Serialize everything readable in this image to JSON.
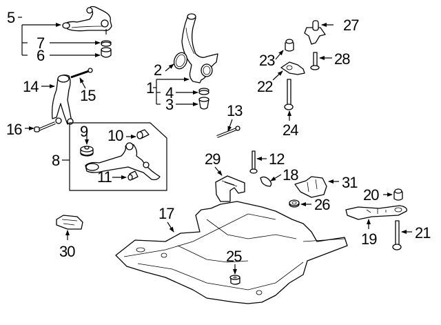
{
  "diagram": {
    "title": "Front Suspension & Subframe Parts Diagram",
    "callouts": {
      "c1": "1",
      "c2": "2",
      "c3": "3",
      "c4": "4",
      "c5": "5",
      "c6": "6",
      "c7": "7",
      "c8": "8",
      "c9": "9",
      "c10": "10",
      "c11": "11",
      "c12": "12",
      "c13": "13",
      "c14": "14",
      "c15": "15",
      "c16": "16",
      "c17": "17",
      "c18": "18",
      "c19": "19",
      "c20": "20",
      "c21": "21",
      "c22": "22",
      "c23": "23",
      "c24": "24",
      "c25": "25",
      "c26": "26",
      "c27": "27",
      "c28": "28",
      "c29": "29",
      "c30": "30",
      "c31": "31"
    },
    "parts": [
      {
        "id": "upper-control-arm",
        "callout": "5"
      },
      {
        "id": "upper-arm-bushing-cap",
        "callout": "7"
      },
      {
        "id": "upper-arm-bushing",
        "callout": "6"
      },
      {
        "id": "upper-arm-bracket",
        "callout": "14"
      },
      {
        "id": "bracket-bolt",
        "callout": "15"
      },
      {
        "id": "bracket-lower-bolt",
        "callout": "16"
      },
      {
        "id": "knuckle",
        "callout": "1"
      },
      {
        "id": "dust-seal",
        "callout": "2"
      },
      {
        "id": "knuckle-boot",
        "callout": "3"
      },
      {
        "id": "knuckle-clip",
        "callout": "4"
      },
      {
        "id": "lower-control-arm-assembly",
        "callout": "8"
      },
      {
        "id": "ball-joint-boot",
        "callout": "9"
      },
      {
        "id": "front-bushing",
        "callout": "10"
      },
      {
        "id": "rear-bushing",
        "callout": "11"
      },
      {
        "id": "bolt",
        "callout": "12"
      },
      {
        "id": "long-bolt",
        "callout": "13"
      },
      {
        "id": "subframe",
        "callout": "17"
      },
      {
        "id": "clip",
        "callout": "18"
      },
      {
        "id": "stiffener-plate",
        "callout": "19"
      },
      {
        "id": "stopper",
        "callout": "20"
      },
      {
        "id": "stiffener-bolt",
        "callout": "21"
      },
      {
        "id": "mount-bracket",
        "callout": "22"
      },
      {
        "id": "mount-stopper",
        "callout": "23"
      },
      {
        "id": "mount-bolt",
        "callout": "24"
      },
      {
        "id": "subframe-bushing",
        "callout": "25"
      },
      {
        "id": "washer",
        "callout": "26"
      },
      {
        "id": "rear-mount-bracket",
        "callout": "27"
      },
      {
        "id": "rear-mount-bolt",
        "callout": "28"
      },
      {
        "id": "left-bracket",
        "callout": "29"
      },
      {
        "id": "insulator",
        "callout": "30"
      },
      {
        "id": "right-bracket",
        "callout": "31"
      }
    ]
  }
}
